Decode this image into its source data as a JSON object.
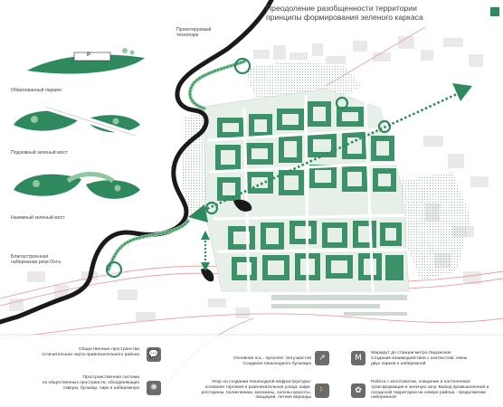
{
  "title": {
    "line1": "Преодоление разобщенности территории",
    "line2": "принципы формирования зеленого каркаса"
  },
  "labels": {
    "technopark": [
      "Проектируемый",
      "технопарк"
    ],
    "parking": "Обвалованный паркинг",
    "underground_bridge": "Подземный зеленый мост",
    "surface_bridge": "Наземный зеленый мост",
    "embankment": [
      "Благоустроенная",
      "набережная реки Охта"
    ],
    "parking_sign": "P"
  },
  "legend": {
    "public_spaces": [
      "Общественные пространства",
      "отличительная черта привлекательного района"
    ],
    "spatial_system": [
      "Пространственная система",
      "из общественных пространств, объединяющих",
      "скверы, бульвар, парк и набережную"
    ],
    "main_axis": [
      "Основная ось - проспект Энтузиастов",
      "Создание пешеходного бульвара"
    ],
    "pedestrian_infra": [
      "Упор на создании пешеходной инфраструктуры:",
      "основная торговая и развлекательная улица: кафе,",
      "рестораны, поликлиники, магазины, салоны красоты,",
      "пиццерии, летние веранды"
    ],
    "metro_route": [
      "Маршрут до станции метро Ладожская",
      "Создание взаимодействия с контекстом: связь",
      "двух парков и набережной"
    ],
    "river_work": [
      "Работа с зелотоватом, очищение и постепенная",
      "трансформация в зеленую зону. Вывод промышленной и",
      "складской территории на севере района - продолжение",
      "набережной"
    ]
  },
  "icons": {
    "public_spaces": "speech-bubble-icon",
    "spatial_system": "network-icon",
    "main_axis": "diagonal-arrow-icon",
    "pedestrian_infra": "pedestrian-icon",
    "metro_route": "metro-icon",
    "river_work": "leaf-icon"
  },
  "colors": {
    "green": "#2e8a5e",
    "light_green": "#8fc79f",
    "river": "#1a1a1a",
    "road": "#e8a0a8"
  }
}
